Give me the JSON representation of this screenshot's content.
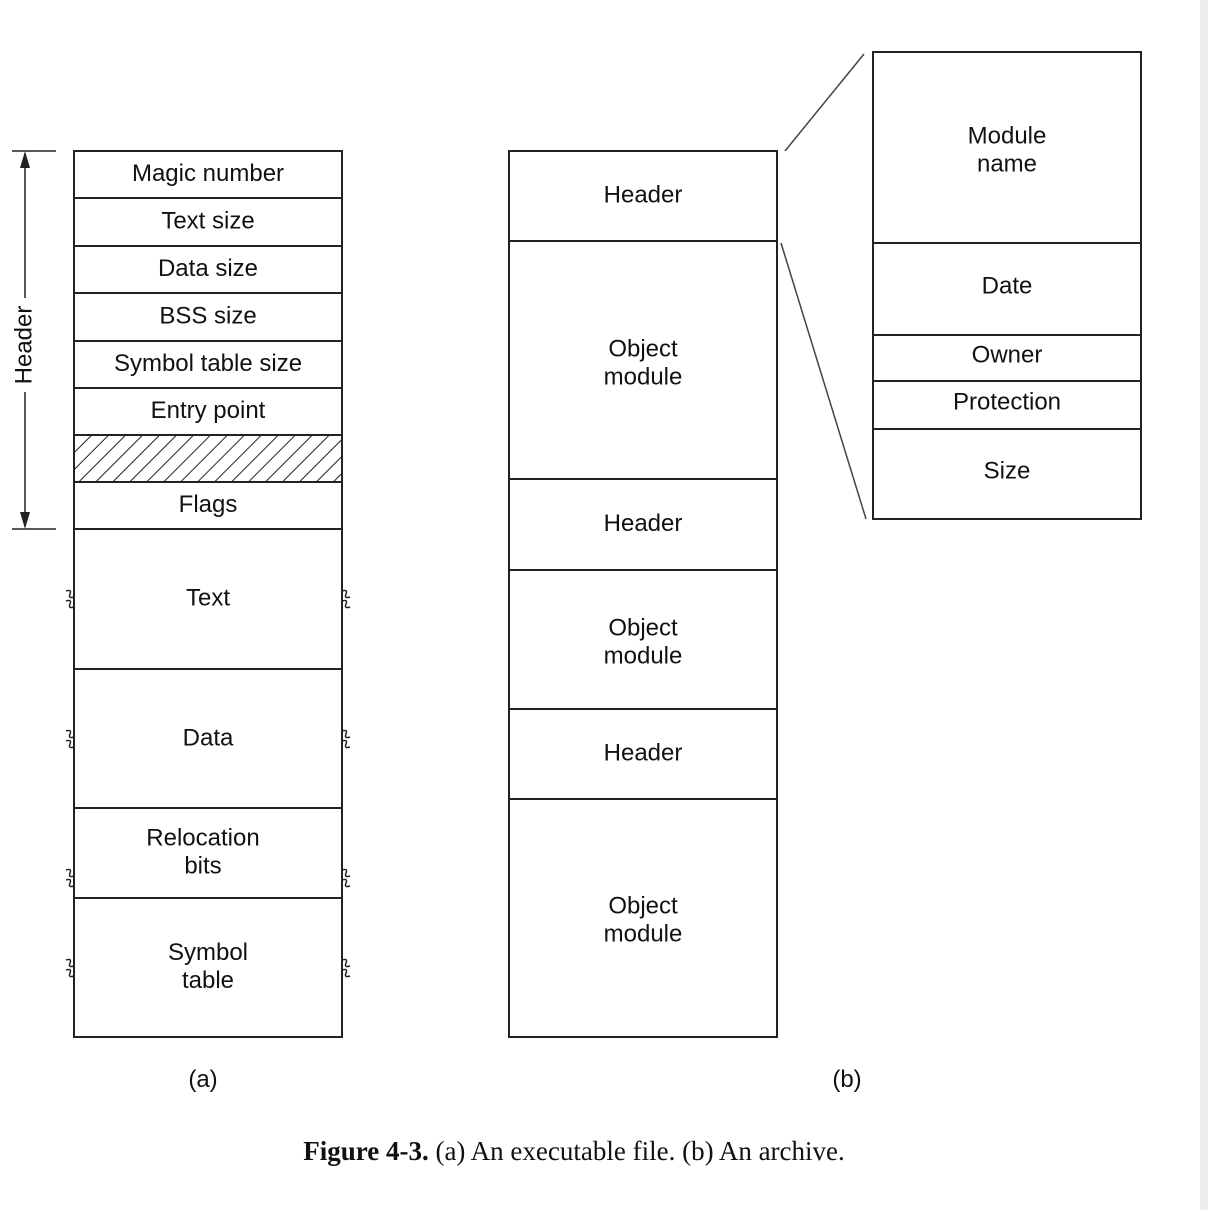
{
  "executable": {
    "fields": [
      "Magic number",
      "Text size",
      "Data size",
      "BSS size",
      "Symbol table size",
      "Entry point",
      "",
      "Flags"
    ],
    "sections": [
      [
        "Text"
      ],
      [
        "Data"
      ],
      [
        "Relocation",
        "bits"
      ],
      [
        "Symbol",
        "table"
      ]
    ],
    "header_label": "Header",
    "sublabel": "(a)"
  },
  "archive": {
    "blocks": [
      [
        "Header"
      ],
      [
        "Object",
        "module"
      ],
      [
        "Header"
      ],
      [
        "Object",
        "module"
      ],
      [
        "Header"
      ],
      [
        "Object",
        "module"
      ]
    ],
    "sublabel": "(b)"
  },
  "module_header": {
    "fields": [
      [
        "Module",
        "name"
      ],
      [
        "Date"
      ],
      [
        "Owner"
      ],
      [
        "Protection"
      ],
      [
        "Size"
      ]
    ]
  },
  "caption": {
    "label": "Figure 4-3.",
    "text": "(a) An executable file. (b) An archive."
  }
}
